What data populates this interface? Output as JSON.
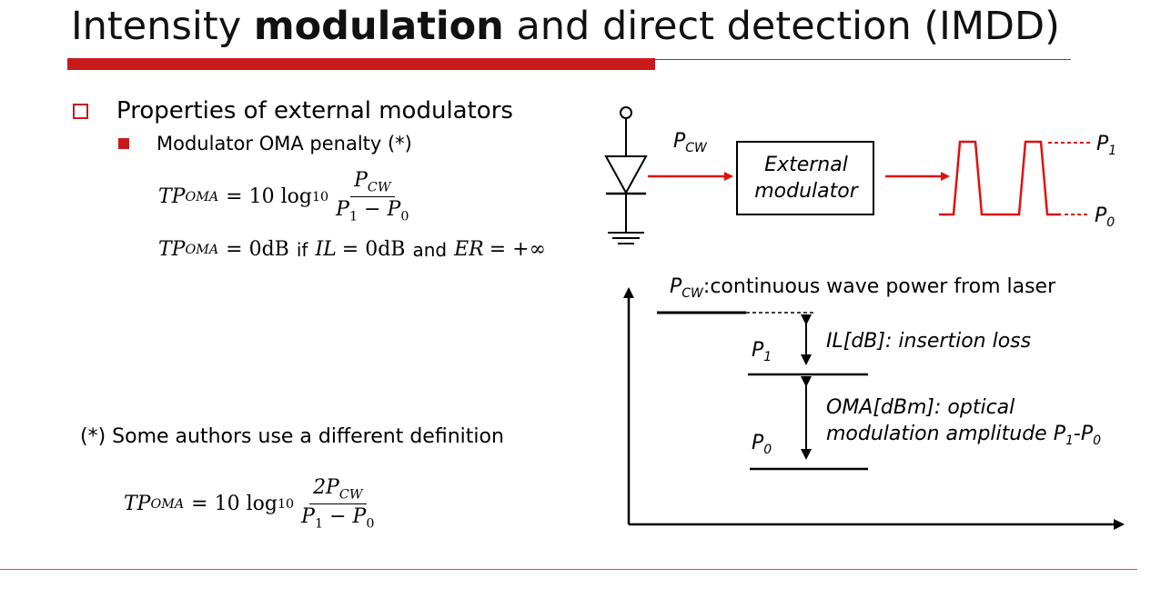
{
  "title": {
    "part1": "Intensity ",
    "bold": "modulation",
    "part2": " and direct detection (IMDD)"
  },
  "bullets": {
    "level1": "Properties of external modulators",
    "level2": "Modulator OMA penalty (*)"
  },
  "equations": {
    "tp": "TP",
    "oma_sub": "OMA",
    "equals_const": "= 10 log",
    "log_sub": "10",
    "num_p": "P",
    "num_sub": "CW",
    "num_p2": "2P",
    "den_p1": "P",
    "den_sub1": "1",
    "den_minus": " − ",
    "den_p0": "P",
    "den_sub0": "0",
    "zero_db": "= 0dB",
    "if_text": "if",
    "il": "IL",
    "il_val": "= 0dB",
    "and_text": "and",
    "er": "ER",
    "er_val": "= +∞"
  },
  "note": "(*) Some authors use a different definition",
  "diagram": {
    "pcw_label": "P",
    "pcw_sub": "CW",
    "modulator_line1": "External",
    "modulator_line2": "modulator",
    "p1_label": "P",
    "p1_sub": "1",
    "p0_label": "P",
    "p0_sub": "0"
  },
  "power_diagram": {
    "pcw_desc": ":continuous wave power from laser",
    "il_desc": "IL[dB]: insertion loss",
    "oma_desc_line1": "OMA[dBm]: optical",
    "oma_desc_line2": "modulation amplitude P",
    "oma_desc_sub1": "1",
    "oma_desc_dash": "-P",
    "oma_desc_sub0": "0"
  },
  "colors": {
    "accent": "#c81a1a",
    "signal": "#e01010"
  }
}
